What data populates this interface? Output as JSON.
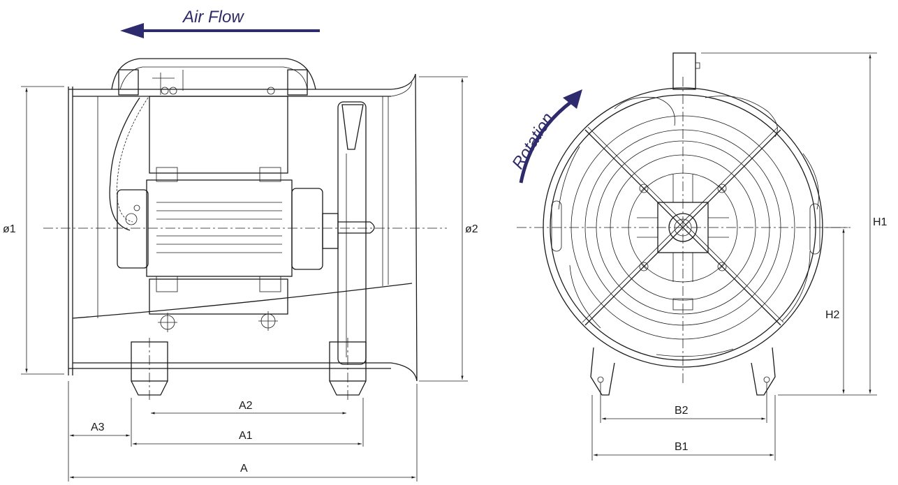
{
  "colors": {
    "line": "#1a1a1a",
    "accent": "#2e2a6e"
  },
  "annotations": {
    "air_flow": "Air Flow",
    "rotation": "Rotation"
  },
  "dimensions": {
    "A": "A",
    "A1": "A1",
    "A2": "A2",
    "A3": "A3",
    "phi1": "ø1",
    "phi2": "ø2",
    "H1": "H1",
    "H2": "H2",
    "B1": "B1",
    "B2": "B2"
  }
}
